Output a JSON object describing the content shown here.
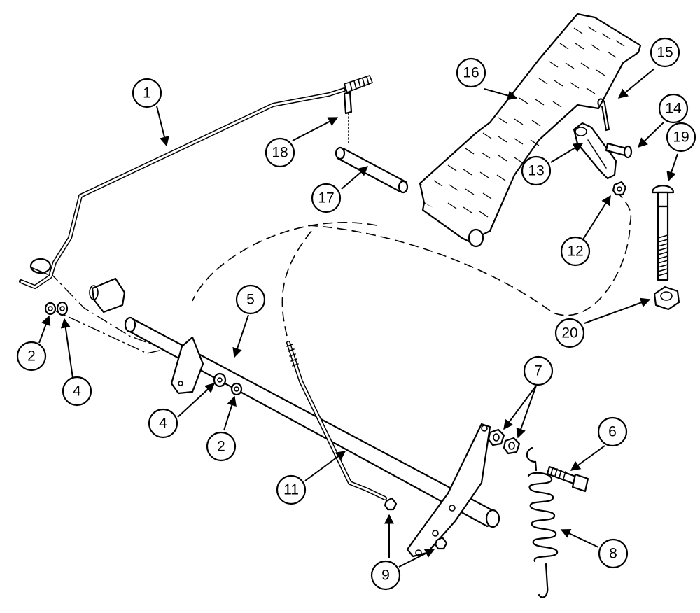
{
  "diagram": {
    "type": "exploded-parts-drawing",
    "callouts": [
      {
        "id": "c1",
        "label": "1",
        "part": "rod"
      },
      {
        "id": "c2a",
        "label": "2",
        "part": "washer-left"
      },
      {
        "id": "c4a",
        "label": "4",
        "part": "washer-left-outer"
      },
      {
        "id": "c4b",
        "label": "4",
        "part": "washer-shaft"
      },
      {
        "id": "c2b",
        "label": "2",
        "part": "clip-shaft"
      },
      {
        "id": "c5",
        "label": "5",
        "part": "cross-shaft"
      },
      {
        "id": "c7",
        "label": "7",
        "part": "nuts"
      },
      {
        "id": "c6",
        "label": "6",
        "part": "bolt-small"
      },
      {
        "id": "c8",
        "label": "8",
        "part": "spring"
      },
      {
        "id": "c9",
        "label": "9",
        "part": "clips-lower"
      },
      {
        "id": "c11",
        "label": "11",
        "part": "link-rod"
      },
      {
        "id": "c12",
        "label": "12",
        "part": "nut-small"
      },
      {
        "id": "c13",
        "label": "13",
        "part": "clevis"
      },
      {
        "id": "c14",
        "label": "14",
        "part": "pin"
      },
      {
        "id": "c15",
        "label": "15",
        "part": "cotter-pin"
      },
      {
        "id": "c16",
        "label": "16",
        "part": "pedal"
      },
      {
        "id": "c17",
        "label": "17",
        "part": "pedal-shaft"
      },
      {
        "id": "c18",
        "label": "18",
        "part": "roll-pin"
      },
      {
        "id": "c19",
        "label": "19",
        "part": "carriage-bolt"
      },
      {
        "id": "c20",
        "label": "20",
        "part": "lock-nut"
      }
    ]
  }
}
